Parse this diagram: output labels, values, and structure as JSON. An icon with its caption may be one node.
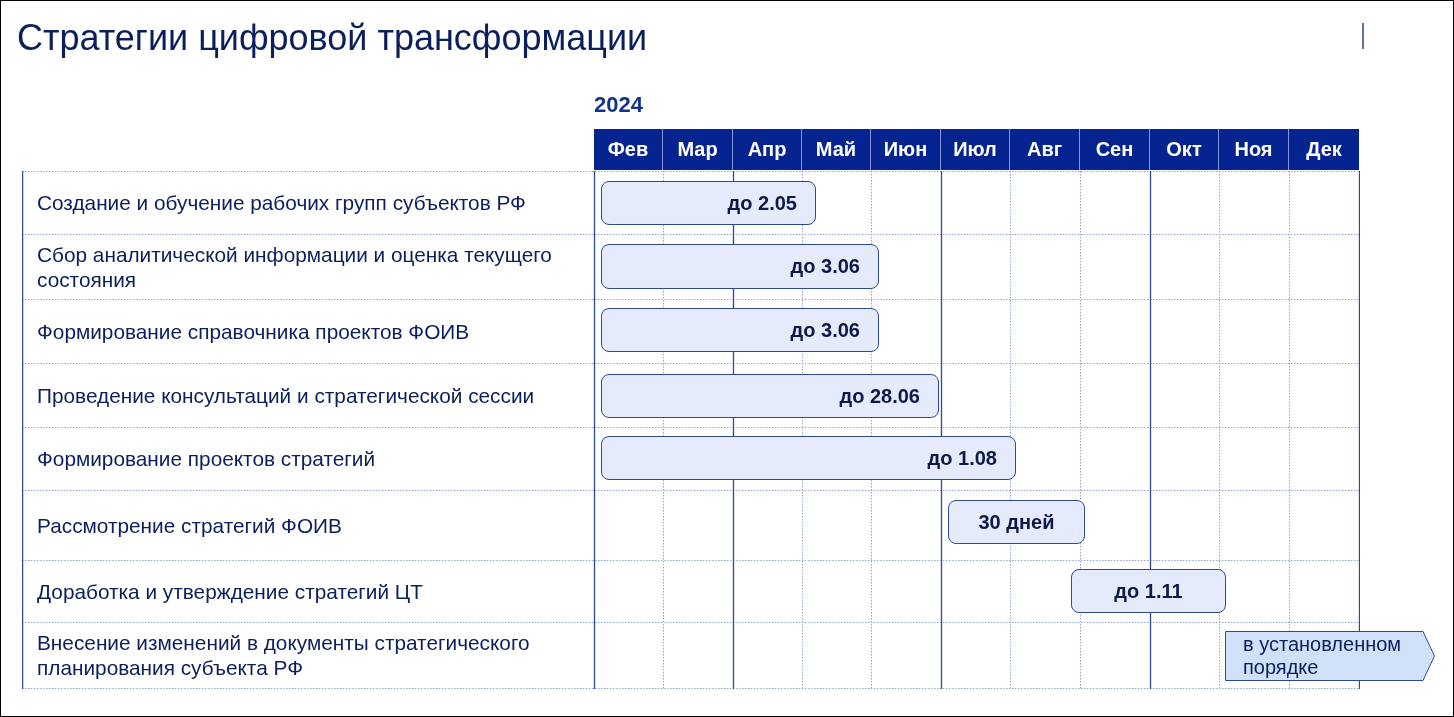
{
  "diagram": {
    "title": "Стратегии цифровой трансформации",
    "nodes": [
      {
        "text": [
          "до 2.05"
        ]
      },
      {
        "text": [
          "до 3.06"
        ]
      },
      {
        "text": [
          "до 3.06"
        ]
      },
      {
        "text": [
          "до 28.06"
        ]
      },
      {
        "text": [
          "до 1.08"
        ]
      },
      {
        "text": [
          "30 дней"
        ]
      },
      {
        "text": [
          "до 1.11"
        ]
      },
      {
        "text": [
          "в установленном порядке"
        ]
      }
    ],
    "labels": [
      "2024",
      "Фев",
      "Мар",
      "Апр",
      "Май",
      "Июн",
      "Июл",
      "Авг",
      "Сен",
      "Окт",
      "Ноя",
      "Дек",
      "Создание и обучение рабочих групп субъектов РФ",
      "Сбор аналитической информации и оценка текущего состояния",
      "Формирование справочника проектов ФОИВ",
      "Проведение консультаций и стратегической сессии",
      "Формирование проектов стратегий",
      "Рассмотрение стратегий ФОИВ",
      "Доработка и утверждение стратегий ЦТ",
      "Внесение изменений в документы стратегического планирования субъекта РФ"
    ]
  }
}
